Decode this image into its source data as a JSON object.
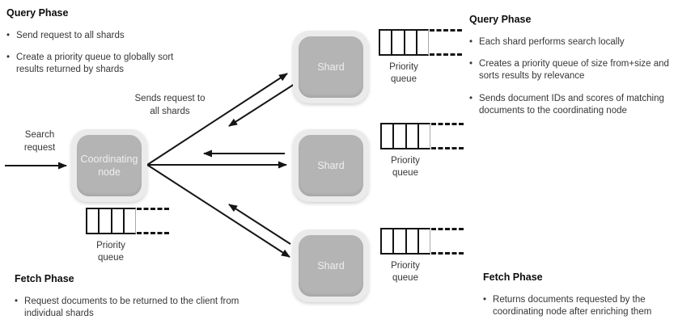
{
  "ui": {
    "bullet_char": "•"
  },
  "panels": {
    "query_left": {
      "heading": "Query Phase",
      "bullets": [
        "Send request to all shards",
        "Create a priority queue to globally sort results returned by shards"
      ]
    },
    "query_right": {
      "heading": "Query Phase",
      "bullets": [
        "Each shard performs search locally",
        "Creates a priority queue of size from+size and sorts results by relevance",
        "Sends document IDs and scores of matching documents to the coordinating node"
      ]
    },
    "fetch_left": {
      "heading": "Fetch Phase",
      "bullets": [
        "Request documents to be returned to the client from individual shards"
      ]
    },
    "fetch_right": {
      "heading": "Fetch Phase",
      "bullets": [
        "Returns documents requested by the coordinating node after enriching them"
      ]
    }
  },
  "diagram": {
    "search_request_label": "Search request",
    "sends_request_label": "Sends request to all shards",
    "coordinating_node_label": "Coordinating node",
    "shards": [
      {
        "label": "Shard"
      },
      {
        "label": "Shard"
      },
      {
        "label": "Shard"
      }
    ],
    "priority_queue_label": "Priority queue",
    "colors": {
      "node_fill": "#b4b4b4",
      "node_rim": "#ebebeb",
      "node_text": "#efefef",
      "arrow": "#151515",
      "text": "#363636",
      "heading": "#0d0d0d",
      "background": "#ffffff"
    }
  }
}
